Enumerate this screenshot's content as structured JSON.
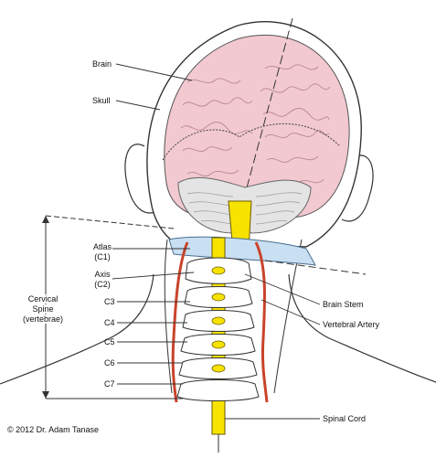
{
  "labels": {
    "brain": "Brain",
    "skull": "Skull",
    "atlas": "Atlas",
    "atlas_code": "(C1)",
    "axis": "Axis",
    "axis_code": "(C2)",
    "c3": "C3",
    "c4": "C4",
    "c5": "C5",
    "c6": "C6",
    "c7": "C7",
    "cervical_1": "Cervical",
    "cervical_2": "Spine",
    "cervical_3": "(vertebrae)",
    "brain_stem": "Brain Stem",
    "vertebral_artery": "Vertebral Artery",
    "spinal_cord": "Spinal Cord",
    "copyright": "© 2012 Dr. Adam Tanase"
  },
  "colors": {
    "brain": "#f2c9d0",
    "brain_gyri": "#b98890",
    "cerebellum": "#e4e4e4",
    "atlas_plate": "#c9dff2",
    "spinal_cord": "#f7e300",
    "artery": "#c9432a",
    "bone": "#ffffff",
    "outline": "#333333"
  }
}
